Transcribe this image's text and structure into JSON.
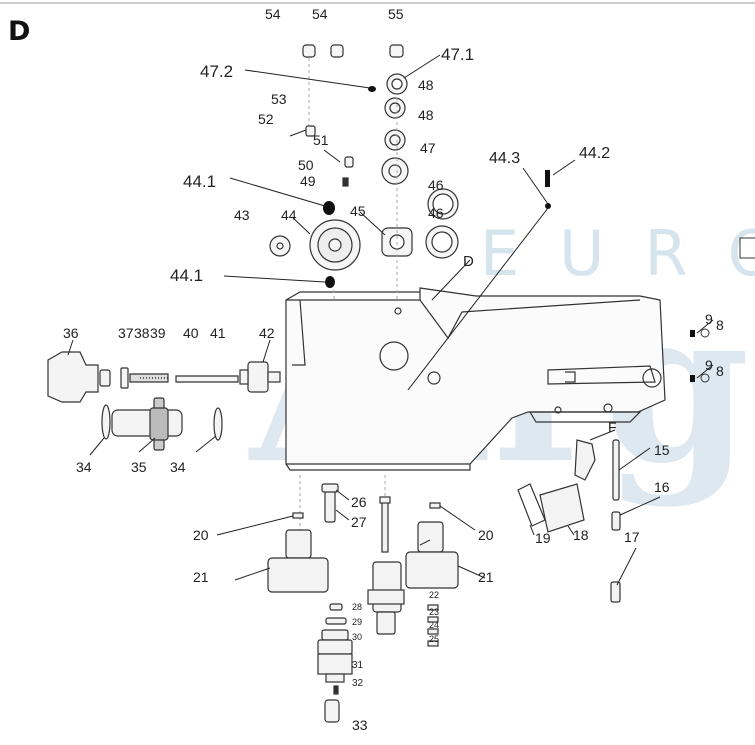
{
  "section_letter": "D",
  "watermark": {
    "line1": "EURO",
    "line2": "Airgun",
    "color": "#dce7ef"
  },
  "part_labels": [
    "54",
    "54",
    "55",
    "47.1",
    "47.2",
    "48",
    "53",
    "48",
    "52",
    "51",
    "47",
    "50",
    "49",
    "46",
    "44.3",
    "44.2",
    "44.1",
    "43",
    "44",
    "45",
    "46",
    "44.1",
    "D",
    "9",
    "8",
    "9",
    "8",
    "36",
    "37",
    "38",
    "39",
    "40",
    "41",
    "42",
    "F",
    "15",
    "34",
    "35",
    "34",
    "16",
    "26",
    "27",
    "20",
    "20",
    "18",
    "19",
    "17",
    "21",
    "21",
    "28",
    "29",
    "30",
    "22",
    "23",
    "24",
    "25",
    "31",
    "32",
    "33"
  ],
  "detail_marker": "D"
}
